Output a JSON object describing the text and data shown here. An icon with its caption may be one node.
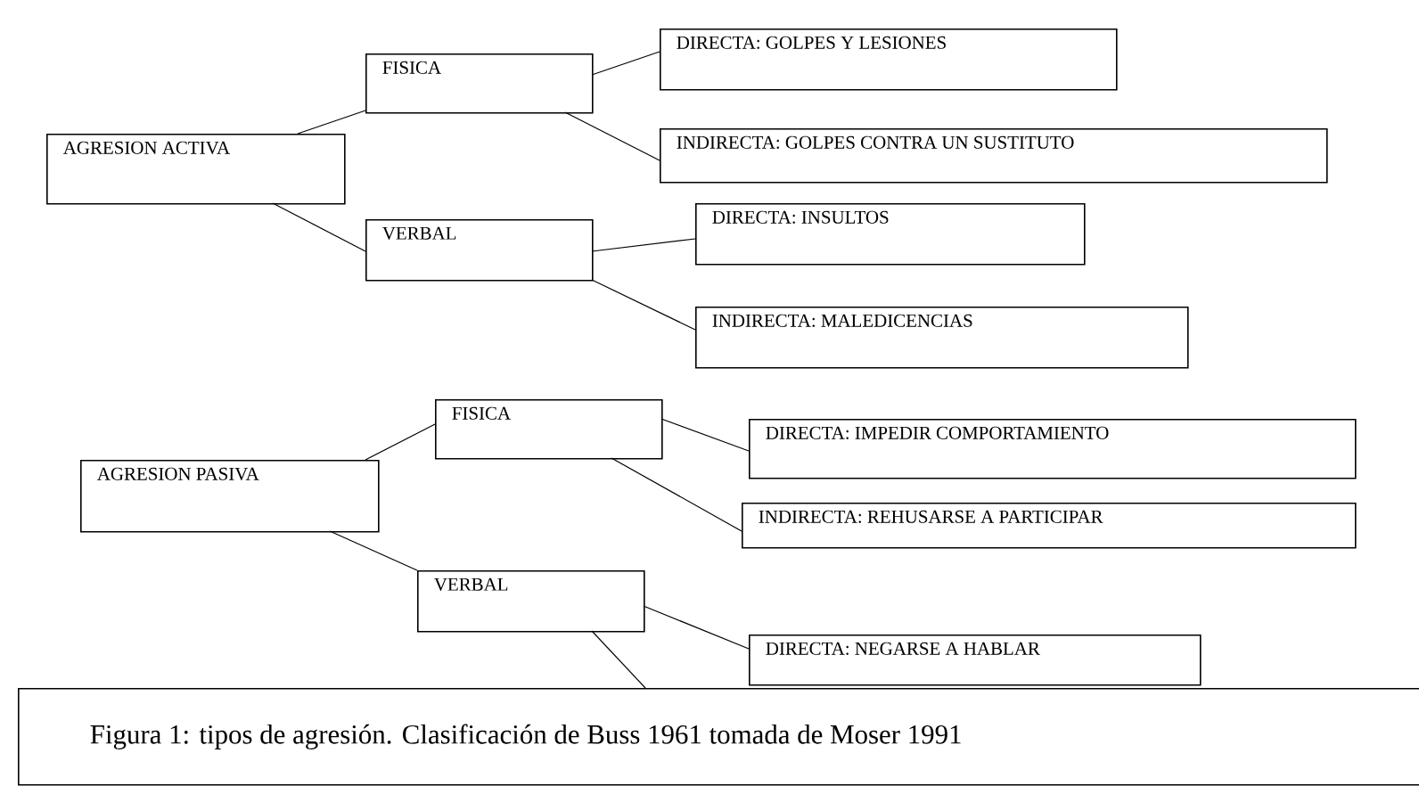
{
  "diagram": {
    "caption": "Figura 1: tipos de agresión. Clasificación de Buss 1961 tomada de Moser 1991",
    "nodes": [
      {
        "text": [
          "AGRESION ACTIVA"
        ]
      },
      {
        "text": [
          "FISICA"
        ]
      },
      {
        "text": [
          "DIRECTA: GOLPES Y LESIONES"
        ]
      },
      {
        "text": [
          "INDIRECTA: GOLPES CONTRA UN SUSTITUTO"
        ]
      },
      {
        "text": [
          "VERBAL"
        ]
      },
      {
        "text": [
          "DIRECTA: INSULTOS"
        ]
      },
      {
        "text": [
          "INDIRECTA: MALEDICENCIAS"
        ]
      },
      {
        "text": [
          "AGRESION PASIVA"
        ]
      },
      {
        "text": [
          "FISICA"
        ]
      },
      {
        "text": [
          "DIRECTA: IMPEDIR COMPORTAMIENTO"
        ]
      },
      {
        "text": [
          "INDIRECTA: REHUSARSE A PARTICIPAR"
        ]
      },
      {
        "text": [
          "VERBAL"
        ]
      },
      {
        "text": [
          "DIRECTA: NEGARSE A HABLAR"
        ]
      }
    ],
    "edges": [
      {
        "from": 0,
        "to": 1,
        "arrow": "none"
      },
      {
        "from": 1,
        "to": 2,
        "arrow": "none"
      },
      {
        "from": 1,
        "to": 3,
        "arrow": "none"
      },
      {
        "from": 0,
        "to": 4,
        "arrow": "none"
      },
      {
        "from": 4,
        "to": 5,
        "arrow": "none"
      },
      {
        "from": 4,
        "to": 6,
        "arrow": "none"
      },
      {
        "from": 7,
        "to": 8,
        "arrow": "none"
      },
      {
        "from": 8,
        "to": 9,
        "arrow": "none"
      },
      {
        "from": 8,
        "to": 10,
        "arrow": "none"
      },
      {
        "from": 7,
        "to": 11,
        "arrow": "none"
      },
      {
        "from": 11,
        "to": 12,
        "arrow": "none"
      },
      {
        "from": 11,
        "to": null,
        "arrow": "none"
      }
    ]
  }
}
